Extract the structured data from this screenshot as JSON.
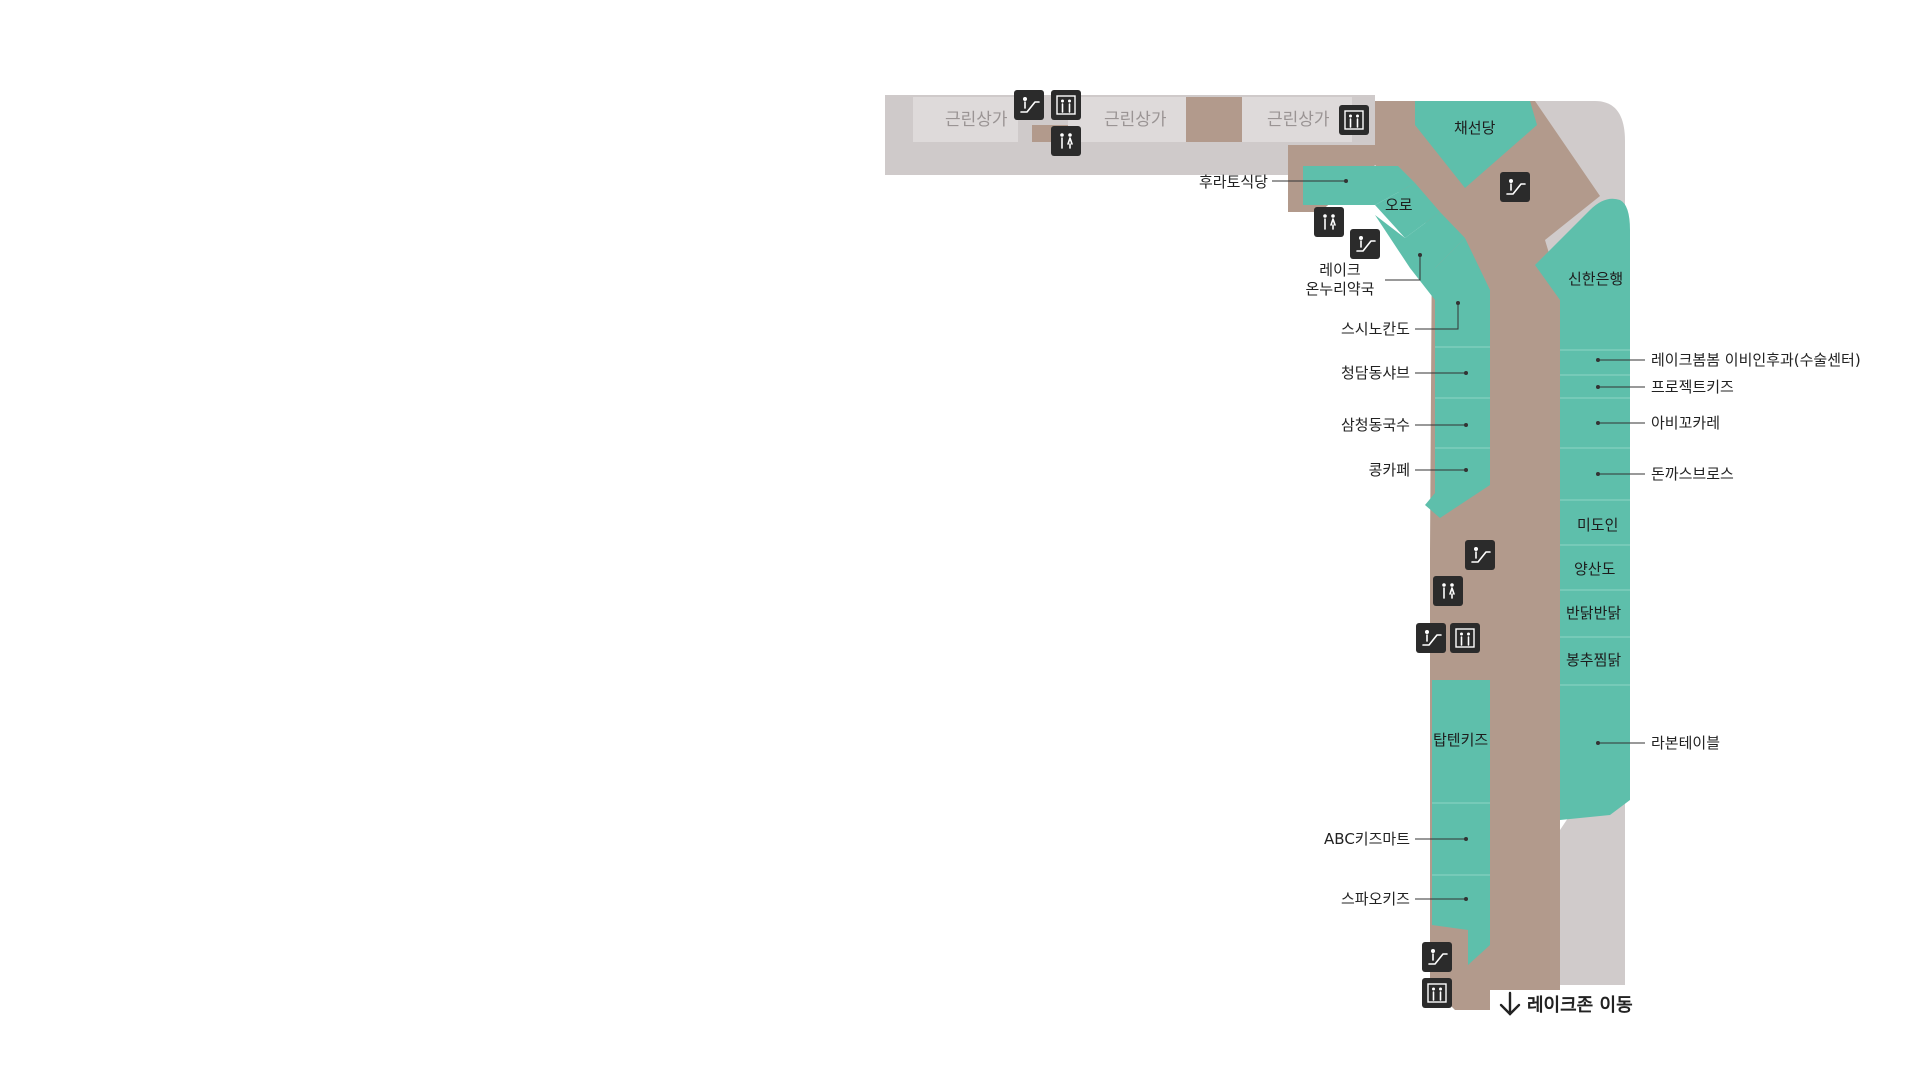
{
  "colors": {
    "corridor": "#b29a8c",
    "store": "#5ebfab",
    "store_line": "#8fd6c6",
    "gray_block": "#cfcaca",
    "gray_cell": "#dedada",
    "icon": "#2b2b2b"
  },
  "gray_labels": [
    "근린상가",
    "근린상가",
    "근린상가"
  ],
  "stores_inside": {
    "chaeseondang": "채선당",
    "oro": "오로",
    "shinhan": "신한은행",
    "midoin": "미도인",
    "yangsando": "양산도",
    "bandak": "반닭반닭",
    "bongchu": "봉추찜닭",
    "tapten": "탑텐키즈"
  },
  "callouts": {
    "hurato": "후라토식당",
    "lake_pharmacy_1": "레이크",
    "lake_pharmacy_2": "온누리약국",
    "suishi": "스시노칸도",
    "cheongdam": "청담동샤브",
    "samcheong": "삼청동국수",
    "kong": "콩카페",
    "abc": "ABC키즈마트",
    "spao": "스파오키즈",
    "lakebom": "레이크봄봄 이비인후과(수술센터)",
    "project": "프로젝트키즈",
    "abico": "아비꼬카레",
    "donkatsu": "돈까스브로스",
    "rabon": "라본테이블"
  },
  "exit_label": "레이크존 이동",
  "icons": {
    "escalator": "escalator-icon",
    "elevator": "elevator-icon",
    "restroom": "restroom-icon",
    "arrow": "arrow-down-icon"
  }
}
